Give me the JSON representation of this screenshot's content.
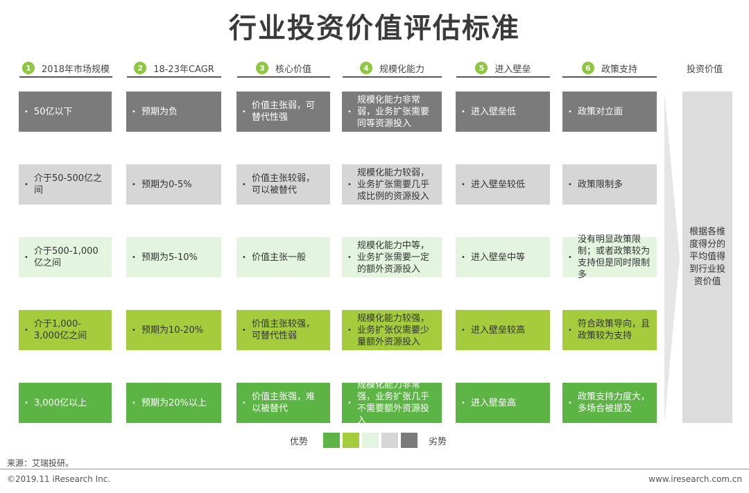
{
  "title": "行业投资价值评估标准",
  "headers": [
    {
      "num": "1",
      "label": "2018年市场规模"
    },
    {
      "num": "2",
      "label": "18-23年CAGR"
    },
    {
      "num": "3",
      "label": "核心价值"
    },
    {
      "num": "4",
      "label": "规模化能力"
    },
    {
      "num": "5",
      "label": "进入壁垒"
    },
    {
      "num": "6",
      "label": "政策支持"
    },
    {
      "num": "",
      "label": "投资价值"
    }
  ],
  "rows": [
    {
      "level": 0,
      "cells": [
        "50亿以下",
        "预期为负",
        "价值主张弱，可替代性强",
        "规模化能力非常弱，业务扩张需要同等资源投入",
        "进入壁垒低",
        "政策对立面"
      ]
    },
    {
      "level": 1,
      "cells": [
        "介于50-500亿之间",
        "预期为0-5%",
        "价值主张较弱，可以被替代",
        "规模化能力较弱，业务扩张需要几乎成比例的资源投入",
        "进入壁垒较低",
        "政策限制多"
      ]
    },
    {
      "level": 2,
      "cells": [
        "介于500-1,000亿之间",
        "预期为5-10%",
        "价值主张一般",
        "规模化能力中等，业务扩张需要一定的额外资源投入",
        "进入壁垒中等",
        "没有明显政策限制；或者政策较为支持但是同时限制多"
      ]
    },
    {
      "level": 3,
      "cells": [
        "介于1,000-3,000亿之间",
        "预期为10-20%",
        "价值主张较强，可替代性弱",
        "规模化能力较强，业务扩张仅需要少量额外资源投入",
        "进入壁垒较高",
        "符合政策导向，且政策较为支持"
      ]
    },
    {
      "level": 4,
      "cells": [
        "3,000亿以上",
        "预期为20%以上",
        "价值主张强，难以被替代",
        "规模化能力非常强，业务扩张几乎不需要额外资源投入",
        "进入壁垒高",
        "政策支持力度大，多场合被提及"
      ]
    }
  ],
  "final_text": "根据各维度得分的平均值得到行业投资价值",
  "legend": {
    "left": "优势",
    "right": "劣势"
  },
  "colors": {
    "level0": "#7b7b7b",
    "level1": "#d6d6d6",
    "level2": "#e3f4df",
    "level3": "#a5cc3c",
    "level4": "#5cb445",
    "badge": "#8dc63f"
  },
  "source": "来源：艾瑞投研。",
  "footer_left": "©2019.11 iResearch Inc.",
  "footer_right": "www.iresearch.com.cn"
}
